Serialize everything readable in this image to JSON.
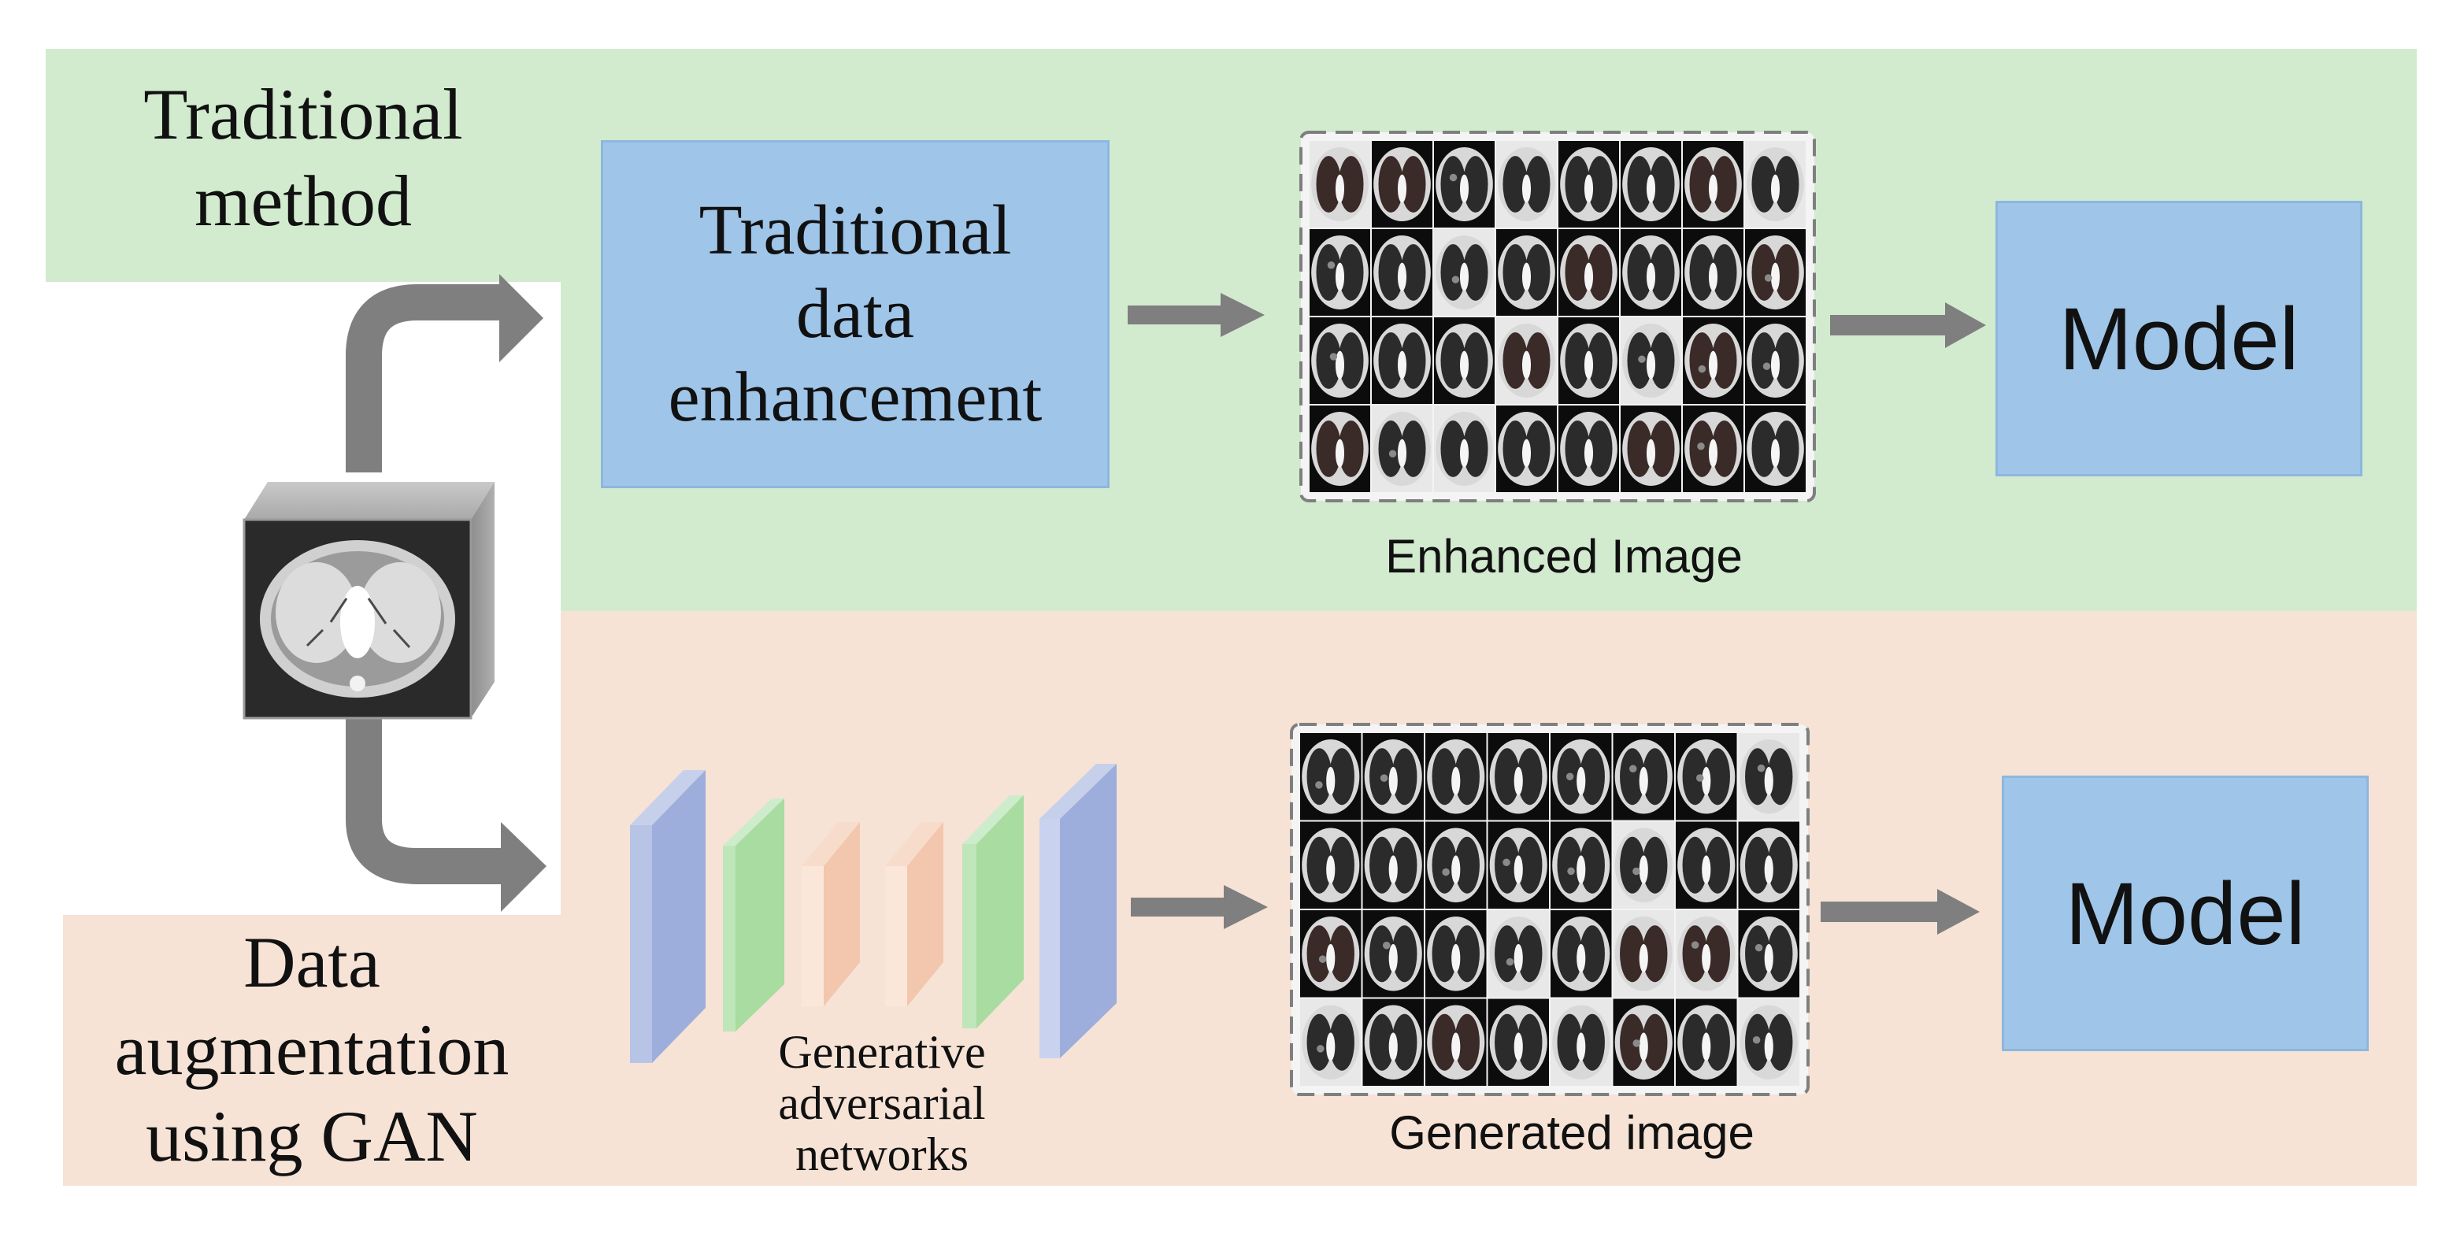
{
  "labels": {
    "traditional_method": "Traditional\nmethod",
    "gan_method": "Data\naugmentation\nusing GAN"
  },
  "top_row": {
    "process_box": "Traditional\ndata\nenhancement",
    "image_caption": "Enhanced Image",
    "model_box": "Model"
  },
  "bottom_row": {
    "gan_label": "Generative\nadversarial\nnetworks",
    "image_caption": "Generated image",
    "model_box": "Model"
  },
  "colors": {
    "green_band": "#d2ebcf",
    "peach_band": "#f6e3d6",
    "model_blue": "#9fc5e9",
    "arrow_gray": "#7f7f7f",
    "gan_blue": "#9daedc",
    "gan_green": "#a8dca0",
    "gan_peach": "#f2c7ad"
  },
  "icons": {
    "input": "ct-scan-cube-icon",
    "arrows": "arrow-right-icon",
    "grids": "ct-image-grid-icon"
  }
}
